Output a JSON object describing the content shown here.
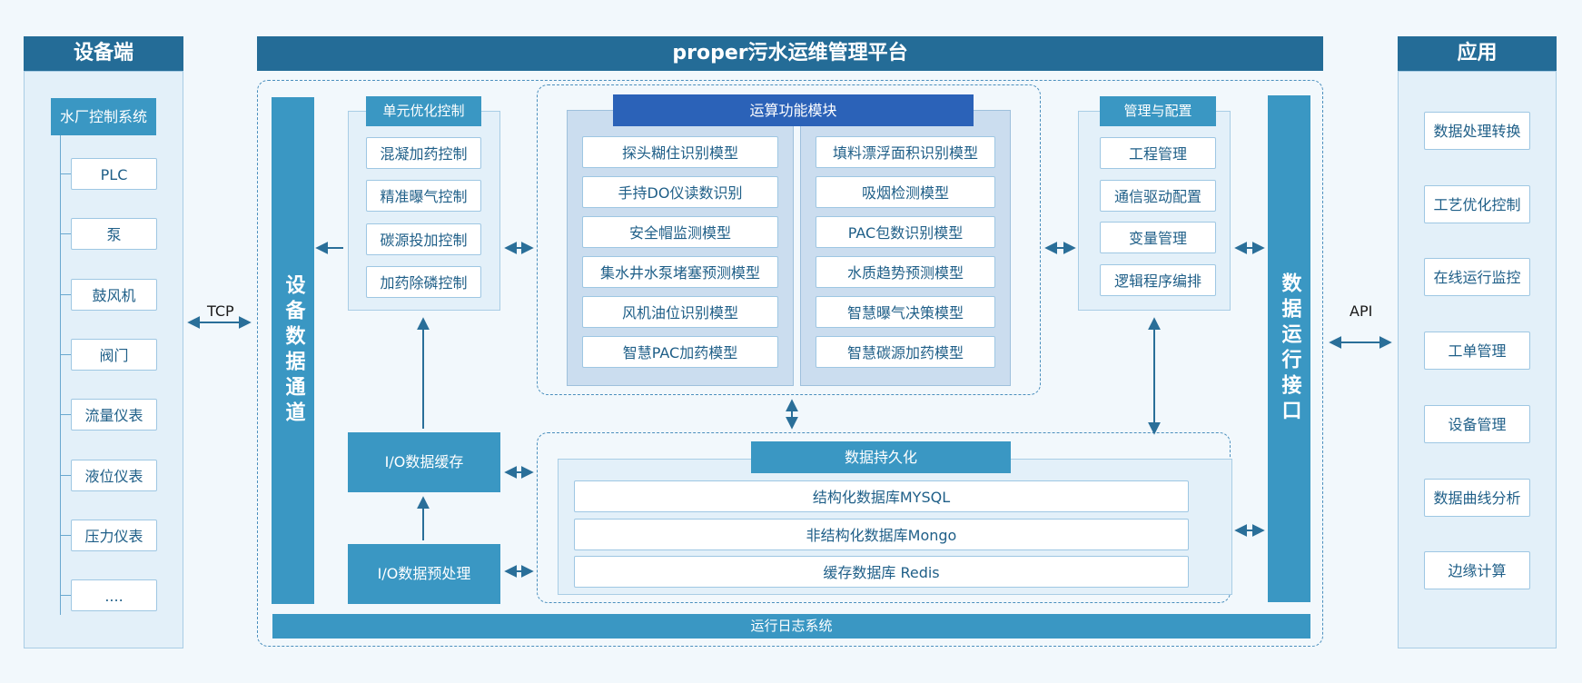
{
  "device_side": {
    "title": "设备端",
    "system": "水厂控制系统",
    "items": [
      "PLC",
      "泵",
      "鼓风机",
      "阀门",
      "流量仪表",
      "液位仪表",
      "压力仪表",
      "...."
    ]
  },
  "platform": {
    "title": "proper污水运维管理平台",
    "device_channel": "设备数据通道",
    "run_interface": "数据运行接口",
    "unit_control": {
      "title": "单元优化控制",
      "items": [
        "混凝加药控制",
        "精准曝气控制",
        "碳源投加控制",
        "加药除磷控制"
      ]
    },
    "compute": {
      "title": "运算功能模块",
      "left": [
        "探头糊住识别模型",
        "手持DO仪读数识别",
        "安全帽监测模型",
        "集水井水泵堵塞预测模型",
        "风机油位识别模型",
        "智慧PAC加药模型"
      ],
      "right": [
        "填料漂浮面积识别模型",
        "吸烟检测模型",
        "PAC包数识别模型",
        "水质趋势预测模型",
        "智慧曝气决策模型",
        "智慧碳源加药模型"
      ]
    },
    "management": {
      "title": "管理与配置",
      "items": [
        "工程管理",
        "通信驱动配置",
        "变量管理",
        "逻辑程序编排"
      ]
    },
    "io_cache": "I/O数据缓存",
    "io_preprocess": "I/O数据预处理",
    "persistence": {
      "title": "数据持久化",
      "items": [
        "结构化数据库MYSQL",
        "非结构化数据库Mongo",
        "缓存数据库 Redis"
      ]
    },
    "log_system": "运行日志系统"
  },
  "apps": {
    "title": "应用",
    "items": [
      "数据处理转换",
      "工艺优化控制",
      "在线运行监控",
      "工单管理",
      "设备管理",
      "数据曲线分析",
      "边缘计算"
    ]
  },
  "labels": {
    "tcp": "TCP",
    "api": "API"
  },
  "colors": {
    "header": "#246c97",
    "teal": "#3a97c3",
    "compute_header": "#2b62b8",
    "arrow": "#2a6f99"
  }
}
